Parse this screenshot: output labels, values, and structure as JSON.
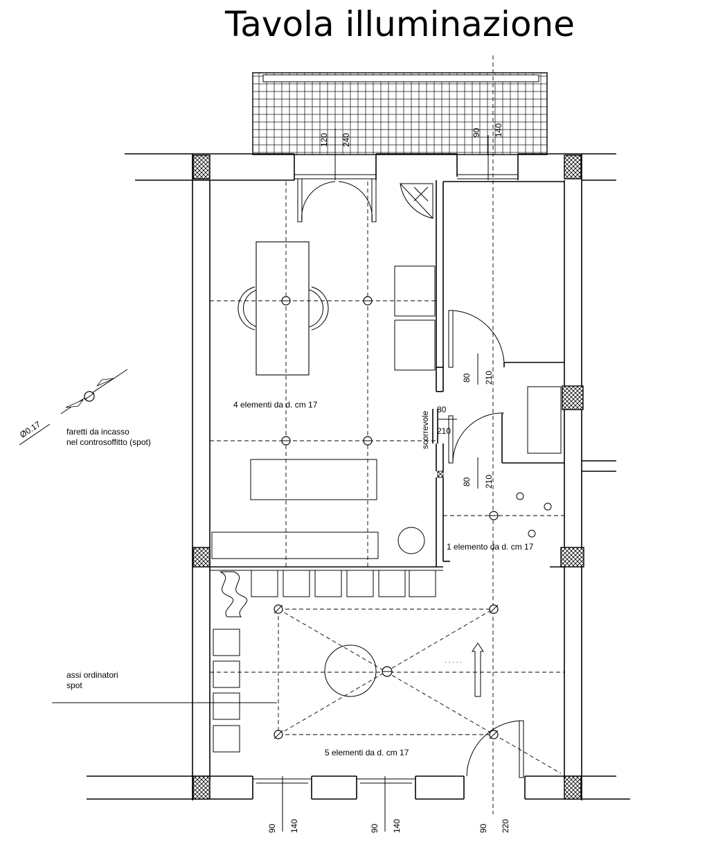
{
  "title": "Tavola illuminazione",
  "labels": {
    "group_living": "4 elementi da d. cm 17",
    "group_corridor": "1 elemento da d. cm 17",
    "group_entrance": "5 elementi da d. cm 17",
    "legend_spot_line1": "faretti da incasso",
    "legend_spot_line2": "nel controsoffitto (spot)",
    "legend_diameter": "Ø0.17",
    "legend_axes_line1": "assi ordinatori",
    "legend_axes_line2": "spot",
    "sliding": "scorrevole"
  },
  "openings": {
    "top_balcony_door": [
      "120",
      "240"
    ],
    "top_kitchen_window": [
      "90",
      "140"
    ],
    "door_bedroom": [
      "80",
      "210"
    ],
    "door_sliding": [
      "80",
      "210"
    ],
    "door_bathroom": [
      "80",
      "210"
    ],
    "bottom_window_left": [
      "90",
      "140"
    ],
    "bottom_window_mid": [
      "90",
      "140"
    ],
    "bottom_entrance_door": [
      "90",
      "220"
    ]
  },
  "colors": {
    "line": "#000000",
    "background": "#ffffff"
  }
}
